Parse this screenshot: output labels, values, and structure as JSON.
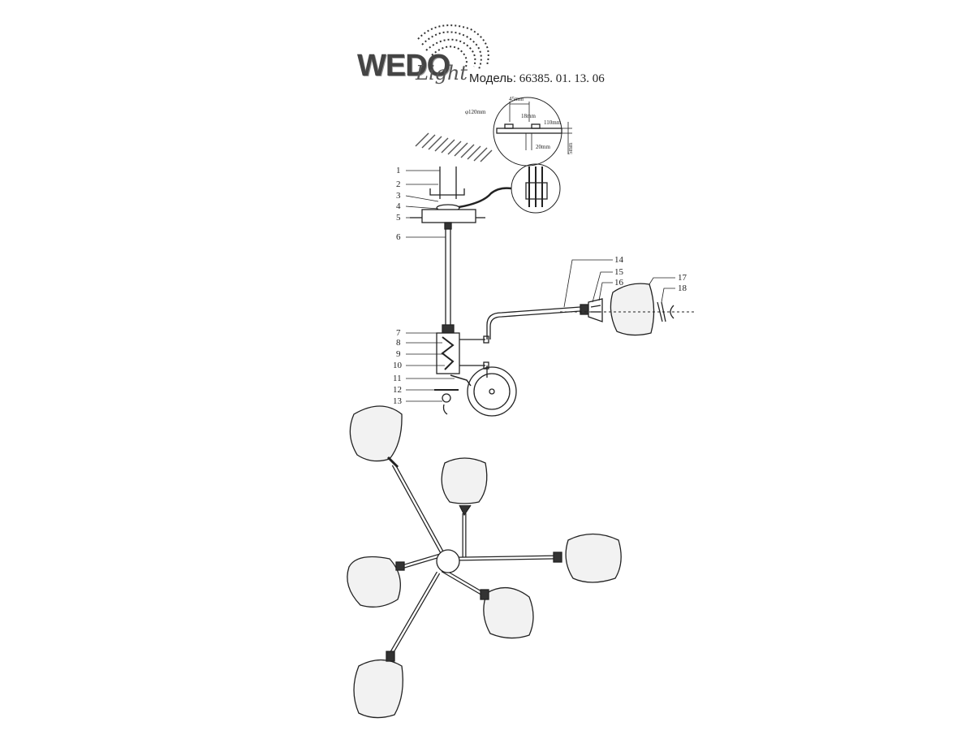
{
  "brand": {
    "word": "WEDO",
    "sub": "Light"
  },
  "model": {
    "label": "Модель:",
    "value": "66385. 01. 13. 06"
  },
  "dimensions": {
    "diameter": "φ120mm",
    "d45": "45mm",
    "d18": "18mm",
    "d110": "110mm",
    "d20": "20mm",
    "d5": "5mm"
  },
  "callouts": [
    "1",
    "2",
    "3",
    "4",
    "5",
    "6",
    "7",
    "8",
    "9",
    "10",
    "11",
    "12",
    "13",
    "14",
    "15",
    "16",
    "17",
    "18"
  ],
  "colors": {
    "line": "#222222",
    "shade": "#f2f2f2",
    "hatch": "#555555"
  }
}
